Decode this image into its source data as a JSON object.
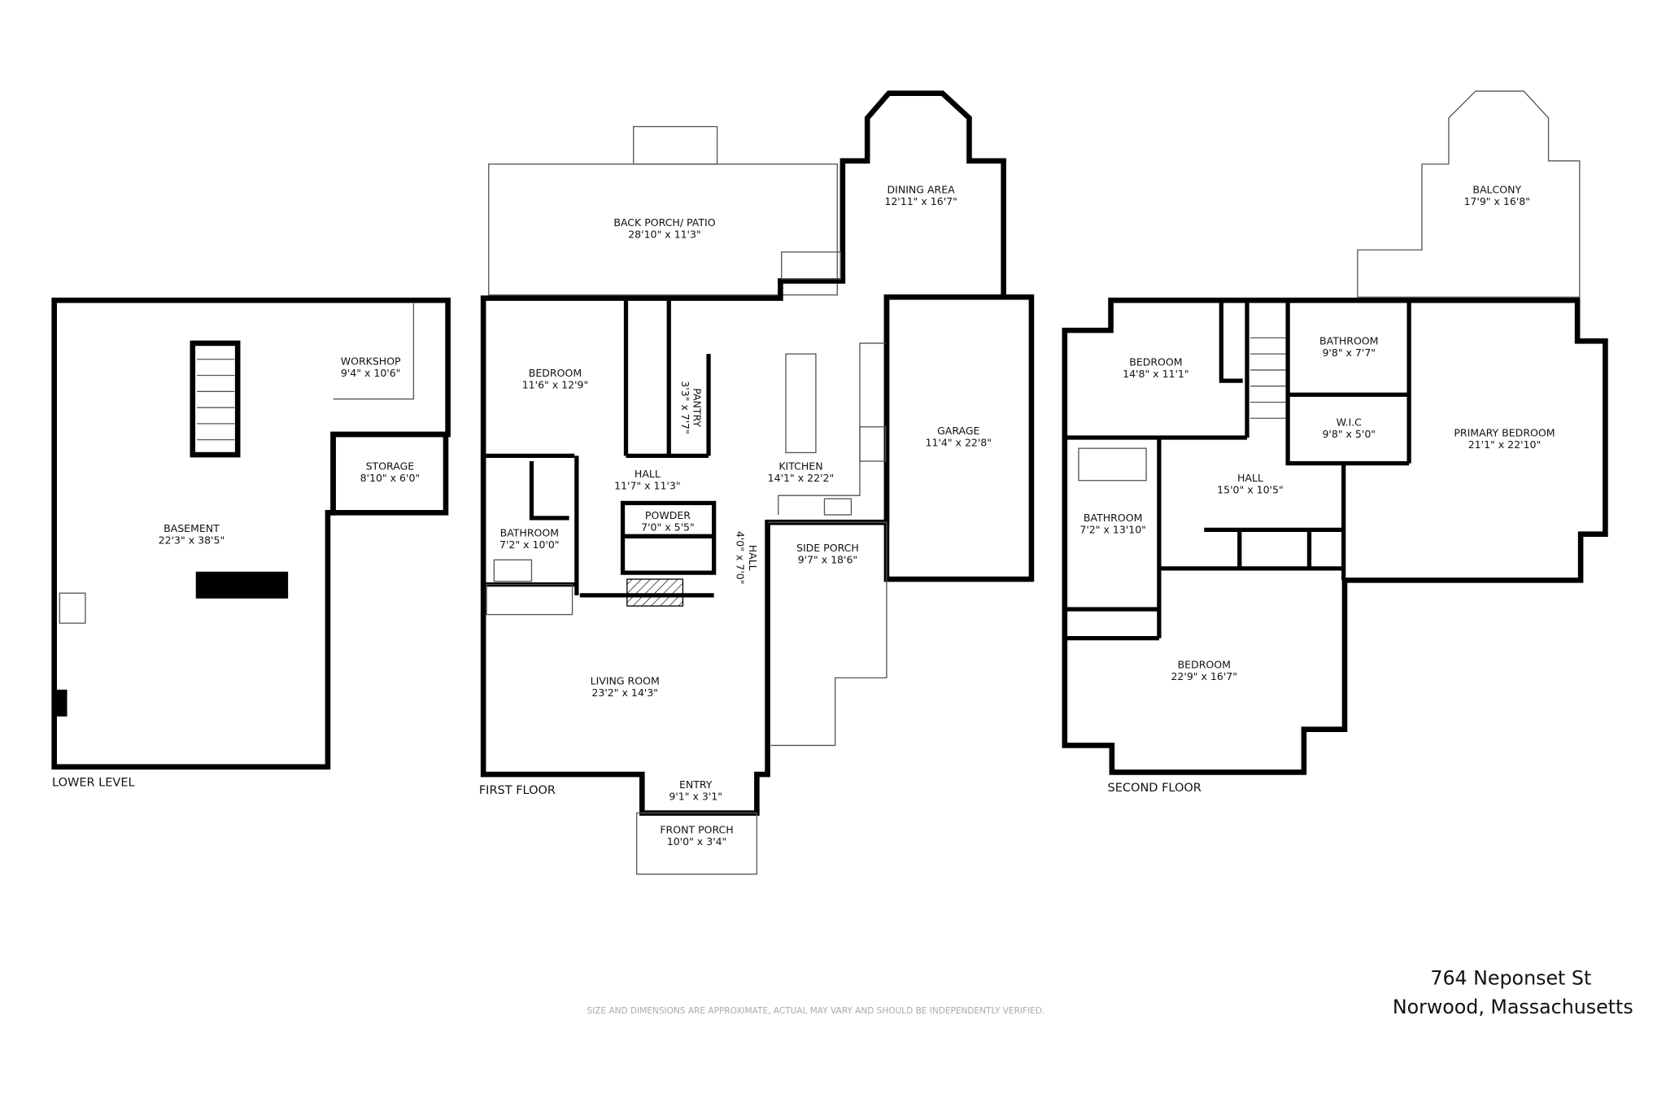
{
  "lower_level": {
    "label": "LOWER LEVEL",
    "rooms": [
      {
        "name": "WORKSHOP",
        "dims": "9'4\" x 10'6\""
      },
      {
        "name": "STORAGE",
        "dims": "8'10\" x 6'0\""
      },
      {
        "name": "BASEMENT",
        "dims": "22'3\" x 38'5\""
      }
    ]
  },
  "first_floor": {
    "label": "FIRST FLOOR",
    "rooms": [
      {
        "name": "BACK PORCH/ PATIO",
        "dims": "28'10\" x 11'3\""
      },
      {
        "name": "DINING AREA",
        "dims": "12'11\" x 16'7\""
      },
      {
        "name": "BEDROOM",
        "dims": "11'6\" x 12'9\""
      },
      {
        "name": "PANTRY",
        "dims": "3'3\" x 7'7\""
      },
      {
        "name": "KITCHEN",
        "dims": "14'1\" x 22'2\""
      },
      {
        "name": "GARAGE",
        "dims": "11'4\" x 22'8\""
      },
      {
        "name": "HALL",
        "dims": "11'7\" x 11'3\""
      },
      {
        "name": "POWDER",
        "dims": "7'0\" x 5'5\""
      },
      {
        "name": "BATHROOM",
        "dims": "7'2\" x 10'0\""
      },
      {
        "name": "HALL",
        "dims": "4'0\" x 7'0\""
      },
      {
        "name": "SIDE PORCH",
        "dims": "9'7\" x 18'6\""
      },
      {
        "name": "LIVING ROOM",
        "dims": "23'2\" x 14'3\""
      },
      {
        "name": "ENTRY",
        "dims": "9'1\" x 3'1\""
      },
      {
        "name": "FRONT PORCH",
        "dims": "10'0\" x 3'4\""
      }
    ]
  },
  "second_floor": {
    "label": "SECOND FLOOR",
    "rooms": [
      {
        "name": "BALCONY",
        "dims": "17'9\" x 16'8\""
      },
      {
        "name": "BEDROOM",
        "dims": "14'8\" x 11'1\""
      },
      {
        "name": "BATHROOM",
        "dims": "9'8\" x 7'7\""
      },
      {
        "name": "W.I.C",
        "dims": "9'8\" x 5'0\""
      },
      {
        "name": "PRIMARY BEDROOM",
        "dims": "21'1\" x 22'10\""
      },
      {
        "name": "HALL",
        "dims": "15'0\" x 10'5\""
      },
      {
        "name": "BATHROOM",
        "dims": "7'2\" x 13'10\""
      },
      {
        "name": "BEDROOM",
        "dims": "22'9\" x 16'7\""
      }
    ]
  },
  "disclaimer": "SIZE AND DIMENSIONS ARE APPROXIMATE, ACTUAL MAY VARY AND SHOULD BE INDEPENDENTLY VERIFIED.",
  "address": {
    "line1": "764 Neponset St",
    "line2": "Norwood, Massachusetts"
  }
}
